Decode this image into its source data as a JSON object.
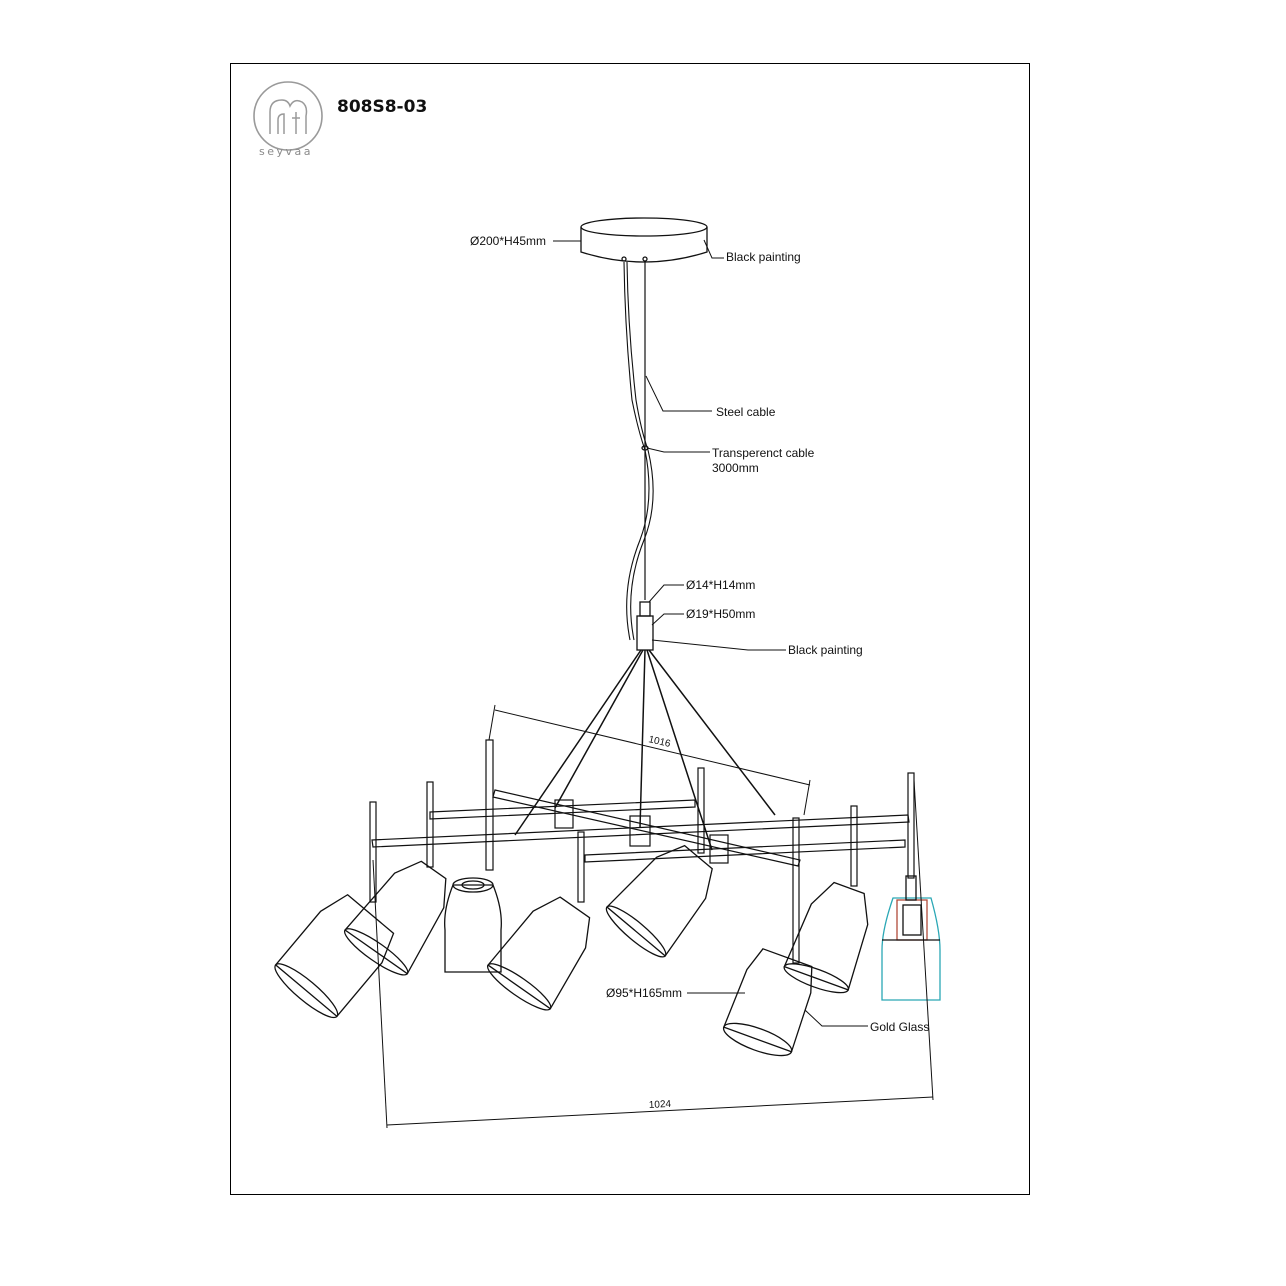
{
  "header": {
    "model": "808S8-03",
    "brand": "seyvaa"
  },
  "labels": {
    "canopy_size": "Ø200*H45mm",
    "canopy_finish": "Black painting",
    "steel_cable": "Steel cable",
    "transparent_cable": "Transperenct cable",
    "cable_length": "3000mm",
    "cap_size": "Ø14*H14mm",
    "hub_size": "Ø19*H50mm",
    "hub_finish": "Black painting",
    "shade_size": "Ø95*H165mm",
    "shade_material": "Gold Glass",
    "depth_dim": "1016",
    "width_dim": "1024"
  },
  "colors": {
    "line": "#111111",
    "accent": "#2aa7b5",
    "accent_dark": "#b04a3a",
    "logo": "#9a9a9a"
  }
}
